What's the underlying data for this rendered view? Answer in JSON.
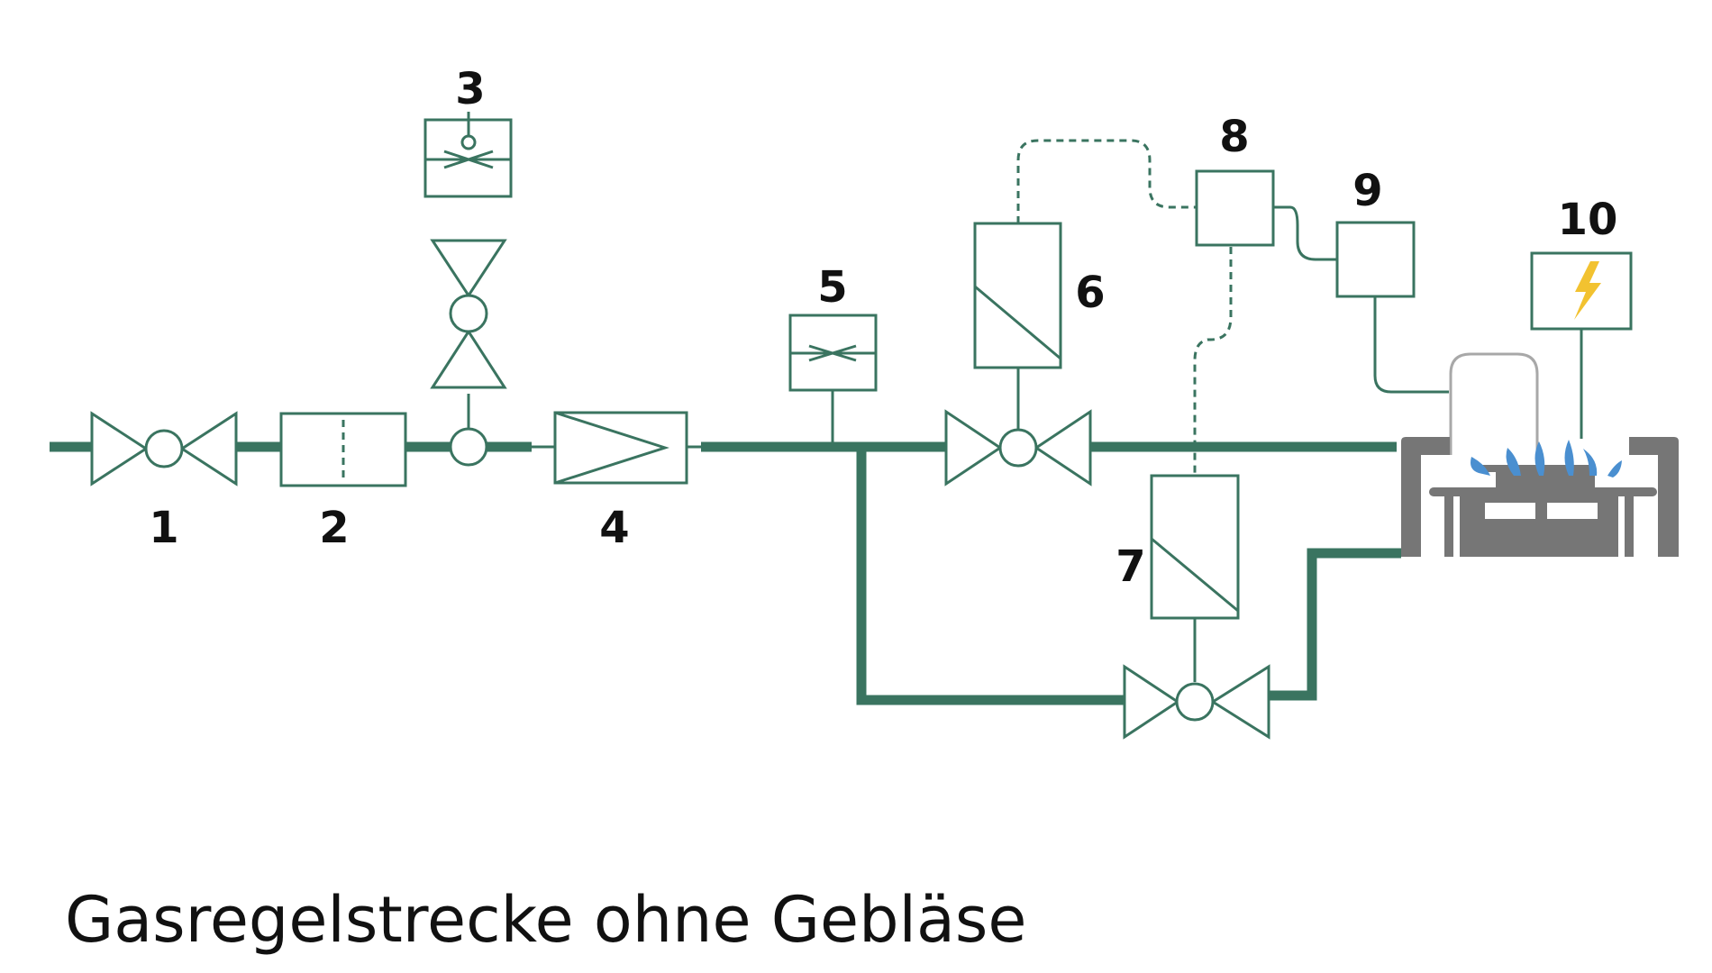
{
  "diagram": {
    "caption": "Gasregelstrecke ohne Gebläse",
    "labels": {
      "c1": "1",
      "c2": "2",
      "c3": "3",
      "c4": "4",
      "c5": "5",
      "c6": "6",
      "c7": "7",
      "c8": "8",
      "c9": "9",
      "c10": "10"
    }
  },
  "colors": {
    "pipe": "#3a7460",
    "burner": "#767676",
    "flame": "#4a8fd0",
    "lightning": "#f2c230",
    "text": "#111111"
  },
  "icons": {
    "ignition": "lightning-icon",
    "burner": "gas-burner-icon",
    "flames": "flame-icon"
  }
}
